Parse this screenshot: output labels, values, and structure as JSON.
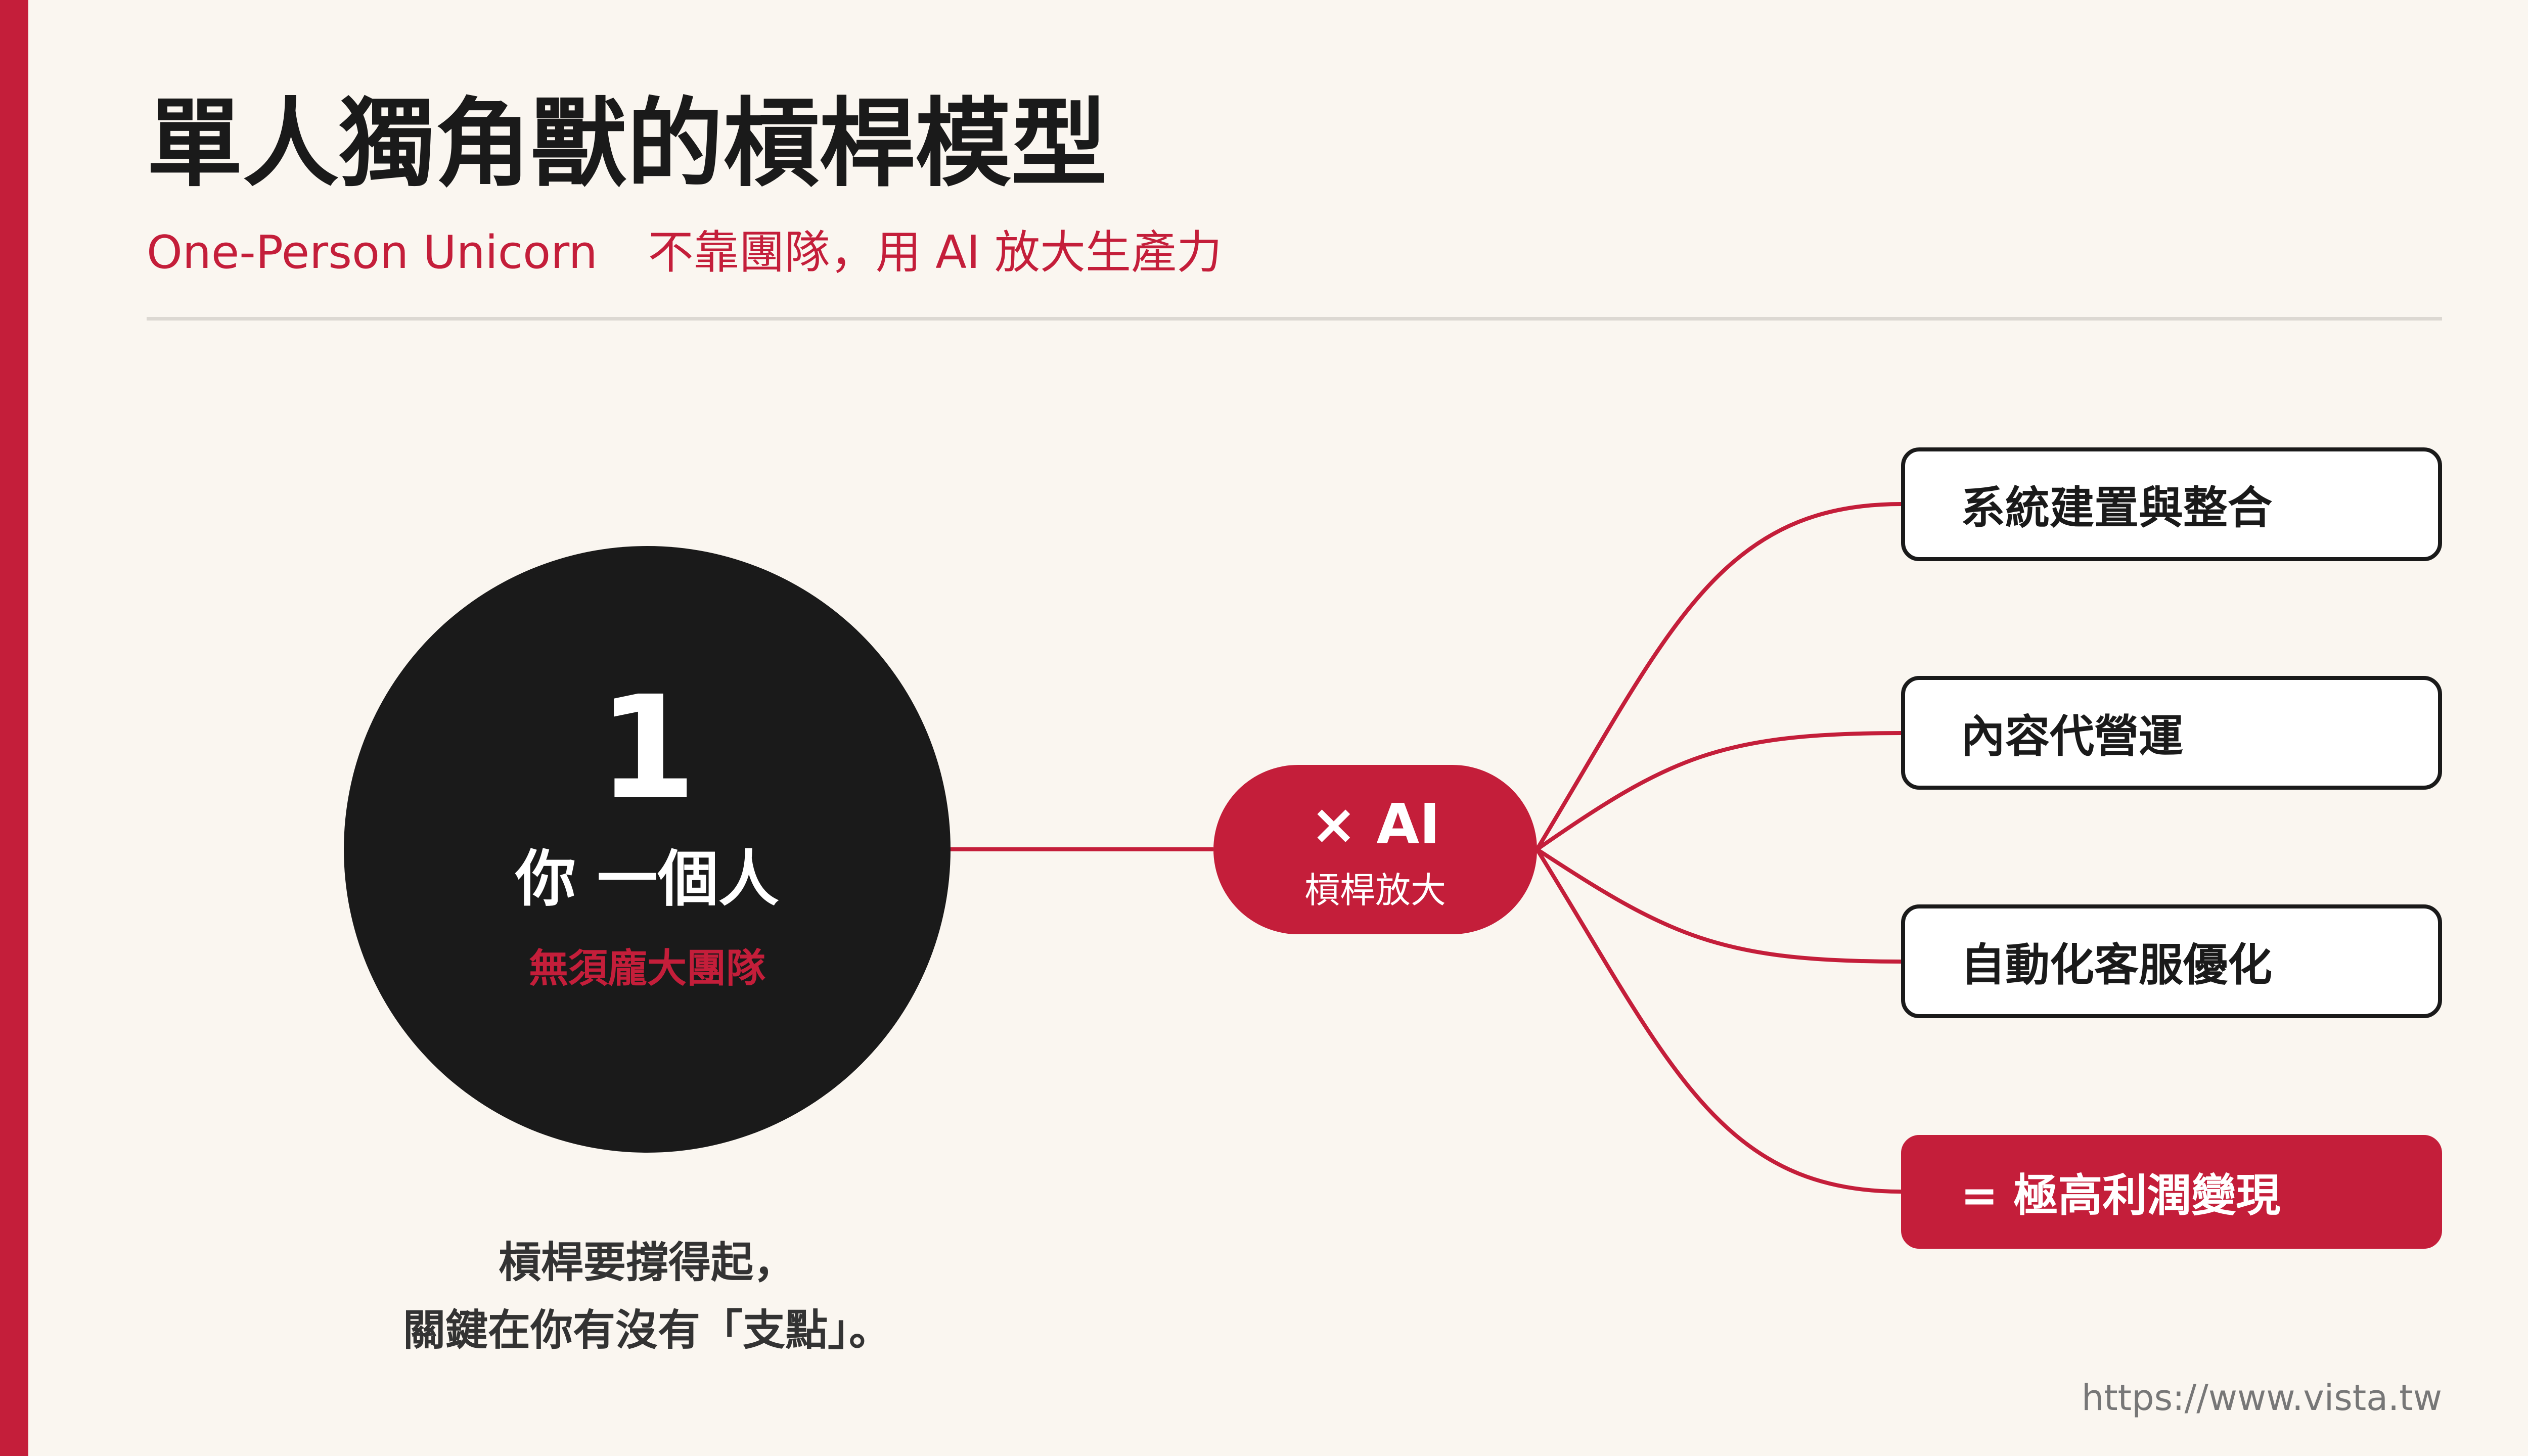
{
  "header": {
    "title": "單人獨角獸的槓桿模型",
    "subtitle_en": "One-Person Unicorn",
    "subtitle_zh": "不靠團隊，用 AI 放大生產力"
  },
  "source_node": {
    "number": "1",
    "label": "你 一個人",
    "sublabel": "無須龐大團隊"
  },
  "hub_node": {
    "label": "× AI",
    "sublabel": "槓桿放大"
  },
  "outputs": [
    {
      "label": "系統建置與整合"
    },
    {
      "label": "內容代營運"
    },
    {
      "label": "自動化客服優化"
    },
    {
      "label": "= 極高利潤變現"
    }
  ],
  "note": {
    "line1": "槓桿要撐得起，",
    "line2": "關鍵在你有沒有「支點」。"
  },
  "footer": {
    "url": "https://www.vista.tw"
  },
  "colors": {
    "accent": "#c41e3a",
    "dark": "#1a1a1a",
    "background": "#faf6f0"
  }
}
